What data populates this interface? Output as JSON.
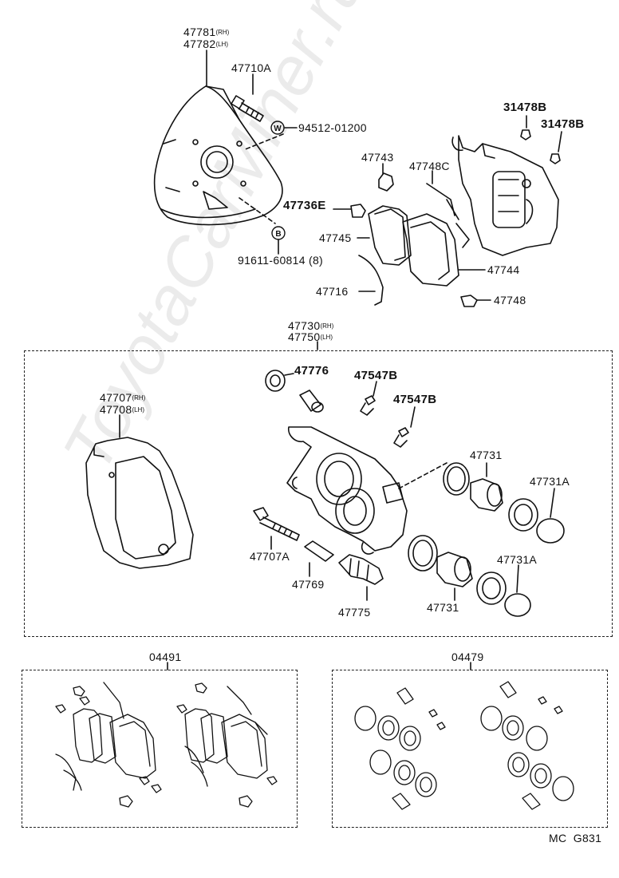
{
  "diagram": {
    "watermark": "ToyotaCarMiner.ru",
    "code": "MC  G831",
    "groups": {
      "caliper_assembly": {
        "number": "47730",
        "number2": "47750",
        "rh": "(RH)",
        "lh": "(LH)"
      },
      "pad_kit": {
        "number": "04491"
      },
      "seal_kit": {
        "number": "04479"
      }
    },
    "parts": {
      "p47781": "47781",
      "p47782": "47782",
      "rh": "(RH)",
      "lh": "(LH)",
      "p47710A": "47710A",
      "w_circle": "W",
      "p94512": "94512-01200",
      "b_circle": "B",
      "p91611": "91611-60814",
      "qty8": "(8)",
      "p47743": "47743",
      "p47748C": "47748C",
      "p31478B_1": "31478B",
      "p31478B_2": "31478B",
      "p47736E": "47736E",
      "p47745": "47745",
      "p47744": "47744",
      "p47716": "47716",
      "p47748": "47748",
      "p47776": "47776",
      "p47547B_1": "47547B",
      "p47547B_2": "47547B",
      "p47707": "47707",
      "p47708": "47708",
      "p47731": "47731",
      "p47731A_1": "47731A",
      "p47731A_2": "47731A",
      "p47707A": "47707A",
      "p47769": "47769",
      "p47775": "47775",
      "p47731_2": "47731"
    }
  }
}
